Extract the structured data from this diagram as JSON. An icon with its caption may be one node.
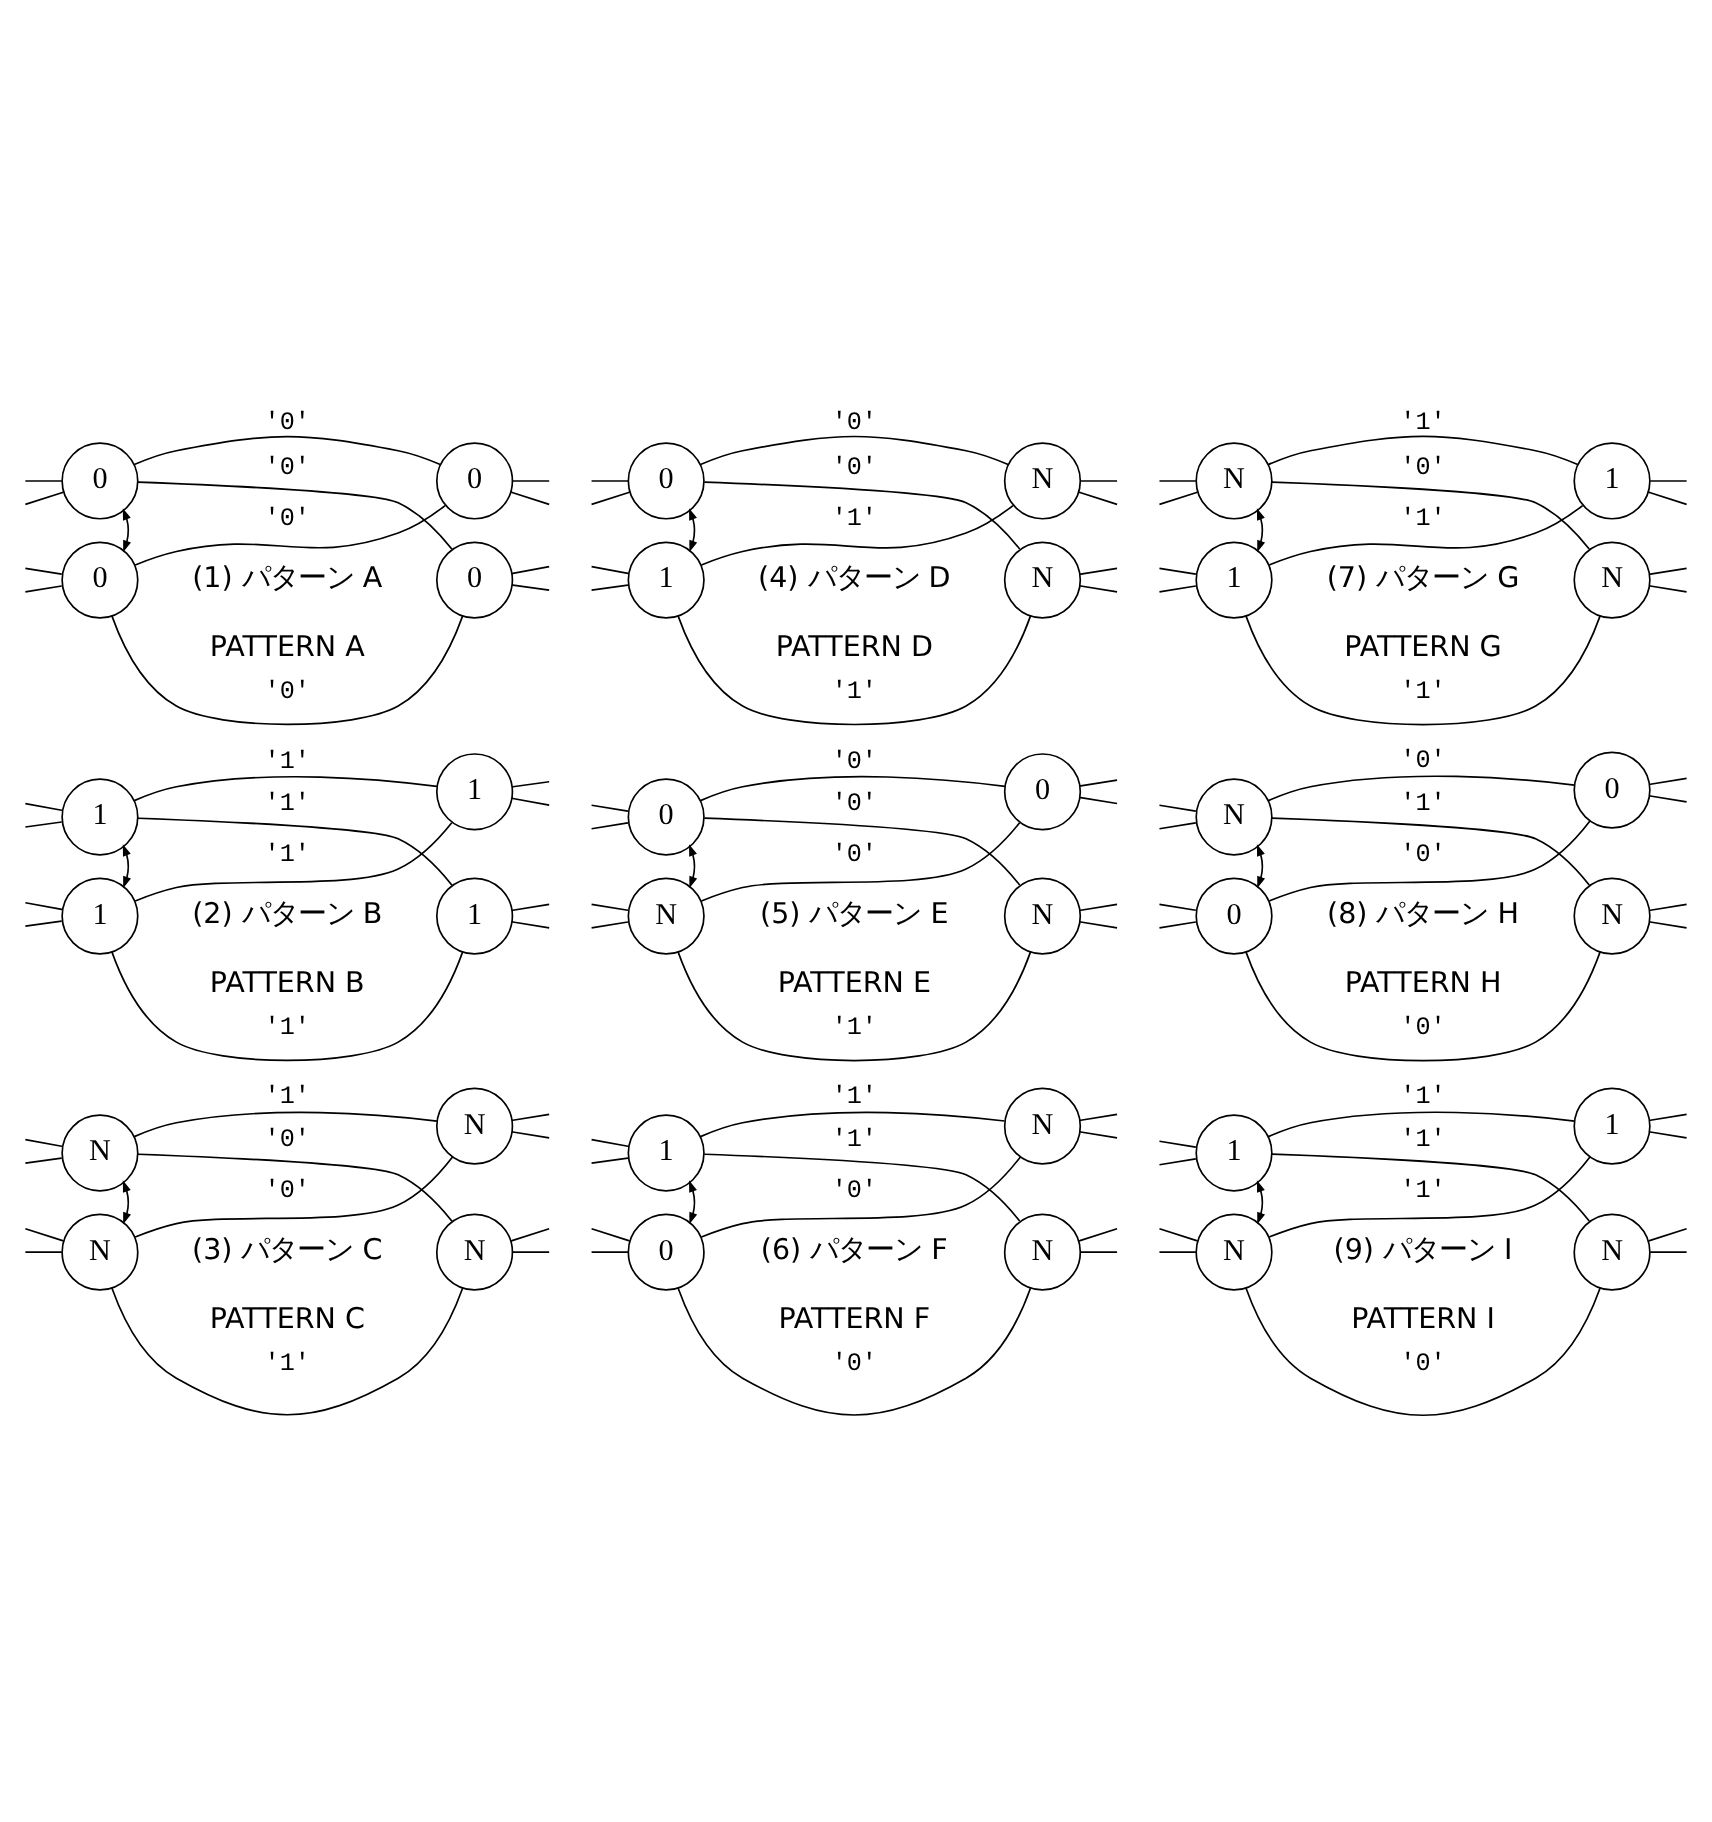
{
  "diagram": {
    "nodes": [
      {
        "text": [
          "0"
        ]
      },
      {
        "text": [
          "0"
        ]
      },
      {
        "text": [
          "0"
        ]
      },
      {
        "text": [
          "0"
        ]
      },
      {
        "text": [
          "0"
        ]
      },
      {
        "text": [
          "N"
        ]
      },
      {
        "text": [
          "1"
        ]
      },
      {
        "text": [
          "N"
        ]
      },
      {
        "text": [
          "N"
        ]
      },
      {
        "text": [
          "1"
        ]
      },
      {
        "text": [
          "1"
        ]
      },
      {
        "text": [
          "N"
        ]
      },
      {
        "text": [
          "1"
        ]
      },
      {
        "text": [
          "1"
        ]
      },
      {
        "text": [
          "1"
        ]
      },
      {
        "text": [
          "1"
        ]
      },
      {
        "text": [
          "0"
        ]
      },
      {
        "text": [
          "0"
        ]
      },
      {
        "text": [
          "N"
        ]
      },
      {
        "text": [
          "N"
        ]
      },
      {
        "text": [
          "N"
        ]
      },
      {
        "text": [
          "0"
        ]
      },
      {
        "text": [
          "0"
        ]
      },
      {
        "text": [
          "N"
        ]
      },
      {
        "text": [
          "N"
        ]
      },
      {
        "text": [
          "N"
        ]
      },
      {
        "text": [
          "N"
        ]
      },
      {
        "text": [
          "N"
        ]
      },
      {
        "text": [
          "1"
        ]
      },
      {
        "text": [
          "N"
        ]
      },
      {
        "text": [
          "0"
        ]
      },
      {
        "text": [
          "N"
        ]
      },
      {
        "text": [
          "1"
        ]
      },
      {
        "text": [
          "1"
        ]
      },
      {
        "text": [
          "N"
        ]
      },
      {
        "text": [
          "N"
        ]
      }
    ],
    "edges": [
      {
        "from": 0,
        "to": 1,
        "arrow": "none",
        "label": "'0'"
      },
      {
        "from": 0,
        "to": 3,
        "arrow": "none",
        "label": "'0'"
      },
      {
        "from": 2,
        "to": 1,
        "arrow": "none",
        "label": "'0'"
      },
      {
        "from": 2,
        "to": 3,
        "arrow": "none",
        "label": "'0'"
      },
      {
        "from": 0,
        "to": 2,
        "arrow": "both"
      },
      {
        "from": null,
        "to": 0,
        "arrow": "none"
      },
      {
        "from": null,
        "to": 0,
        "arrow": "none"
      },
      {
        "from": null,
        "to": 2,
        "arrow": "none"
      },
      {
        "from": null,
        "to": 2,
        "arrow": "none"
      },
      {
        "from": 1,
        "to": null,
        "arrow": "none"
      },
      {
        "from": 1,
        "to": null,
        "arrow": "none"
      },
      {
        "from": 3,
        "to": null,
        "arrow": "none"
      },
      {
        "from": 3,
        "to": null,
        "arrow": "none"
      },
      {
        "from": 4,
        "to": 5,
        "arrow": "none",
        "label": "'0'"
      },
      {
        "from": 4,
        "to": 7,
        "arrow": "none",
        "label": "'0'"
      },
      {
        "from": 6,
        "to": 5,
        "arrow": "none",
        "label": "'1'"
      },
      {
        "from": 6,
        "to": 7,
        "arrow": "none",
        "label": "'1'"
      },
      {
        "from": 4,
        "to": 6,
        "arrow": "both"
      },
      {
        "from": null,
        "to": 4,
        "arrow": "none"
      },
      {
        "from": null,
        "to": 4,
        "arrow": "none"
      },
      {
        "from": null,
        "to": 6,
        "arrow": "none"
      },
      {
        "from": null,
        "to": 6,
        "arrow": "none"
      },
      {
        "from": 5,
        "to": null,
        "arrow": "none"
      },
      {
        "from": 5,
        "to": null,
        "arrow": "none"
      },
      {
        "from": 7,
        "to": null,
        "arrow": "none"
      },
      {
        "from": 7,
        "to": null,
        "arrow": "none"
      },
      {
        "from": 8,
        "to": 9,
        "arrow": "none",
        "label": "'1'"
      },
      {
        "from": 8,
        "to": 11,
        "arrow": "none",
        "label": "'0'"
      },
      {
        "from": 10,
        "to": 9,
        "arrow": "none",
        "label": "'1'"
      },
      {
        "from": 10,
        "to": 11,
        "arrow": "none",
        "label": "'1'"
      },
      {
        "from": 8,
        "to": 10,
        "arrow": "both"
      },
      {
        "from": null,
        "to": 8,
        "arrow": "none"
      },
      {
        "from": null,
        "to": 8,
        "arrow": "none"
      },
      {
        "from": null,
        "to": 10,
        "arrow": "none"
      },
      {
        "from": null,
        "to": 10,
        "arrow": "none"
      },
      {
        "from": 9,
        "to": null,
        "arrow": "none"
      },
      {
        "from": 9,
        "to": null,
        "arrow": "none"
      },
      {
        "from": 11,
        "to": null,
        "arrow": "none"
      },
      {
        "from": 11,
        "to": null,
        "arrow": "none"
      },
      {
        "from": 12,
        "to": 13,
        "arrow": "none",
        "label": "'1'"
      },
      {
        "from": 12,
        "to": 15,
        "arrow": "none",
        "label": "'1'"
      },
      {
        "from": 14,
        "to": 13,
        "arrow": "none",
        "label": "'1'"
      },
      {
        "from": 14,
        "to": 15,
        "arrow": "none",
        "label": "'1'"
      },
      {
        "from": 12,
        "to": 14,
        "arrow": "both"
      },
      {
        "from": null,
        "to": 12,
        "arrow": "none"
      },
      {
        "from": null,
        "to": 12,
        "arrow": "none"
      },
      {
        "from": null,
        "to": 14,
        "arrow": "none"
      },
      {
        "from": null,
        "to": 14,
        "arrow": "none"
      },
      {
        "from": 13,
        "to": null,
        "arrow": "none"
      },
      {
        "from": 13,
        "to": null,
        "arrow": "none"
      },
      {
        "from": 15,
        "to": null,
        "arrow": "none"
      },
      {
        "from": 15,
        "to": null,
        "arrow": "none"
      },
      {
        "from": 16,
        "to": 17,
        "arrow": "none",
        "label": "'0'"
      },
      {
        "from": 16,
        "to": 19,
        "arrow": "none",
        "label": "'0'"
      },
      {
        "from": 18,
        "to": 17,
        "arrow": "none",
        "label": "'0'"
      },
      {
        "from": 18,
        "to": 19,
        "arrow": "none",
        "label": "'1'"
      },
      {
        "from": 16,
        "to": 18,
        "arrow": "both"
      },
      {
        "from": null,
        "to": 16,
        "arrow": "none"
      },
      {
        "from": null,
        "to": 16,
        "arrow": "none"
      },
      {
        "from": null,
        "to": 18,
        "arrow": "none"
      },
      {
        "from": null,
        "to": 18,
        "arrow": "none"
      },
      {
        "from": 17,
        "to": null,
        "arrow": "none"
      },
      {
        "from": 17,
        "to": null,
        "arrow": "none"
      },
      {
        "from": 19,
        "to": null,
        "arrow": "none"
      },
      {
        "from": 19,
        "to": null,
        "arrow": "none"
      },
      {
        "from": 20,
        "to": 21,
        "arrow": "none",
        "label": "'0'"
      },
      {
        "from": 20,
        "to": 23,
        "arrow": "none",
        "label": "'1'"
      },
      {
        "from": 22,
        "to": 21,
        "arrow": "none",
        "label": "'0'"
      },
      {
        "from": 22,
        "to": 23,
        "arrow": "none",
        "label": "'0'"
      },
      {
        "from": 20,
        "to": 22,
        "arrow": "both"
      },
      {
        "from": null,
        "to": 20,
        "arrow": "none"
      },
      {
        "from": null,
        "to": 20,
        "arrow": "none"
      },
      {
        "from": null,
        "to": 22,
        "arrow": "none"
      },
      {
        "from": null,
        "to": 22,
        "arrow": "none"
      },
      {
        "from": 21,
        "to": null,
        "arrow": "none"
      },
      {
        "from": 21,
        "to": null,
        "arrow": "none"
      },
      {
        "from": 23,
        "to": null,
        "arrow": "none"
      },
      {
        "from": 23,
        "to": null,
        "arrow": "none"
      },
      {
        "from": 24,
        "to": 25,
        "arrow": "none",
        "label": "'1'"
      },
      {
        "from": 24,
        "to": 27,
        "arrow": "none",
        "label": "'0'"
      },
      {
        "from": 26,
        "to": 25,
        "arrow": "none",
        "label": "'0'"
      },
      {
        "from": 26,
        "to": 27,
        "arrow": "none",
        "label": "'1'"
      },
      {
        "from": 24,
        "to": 26,
        "arrow": "both"
      },
      {
        "from": null,
        "to": 24,
        "arrow": "none"
      },
      {
        "from": null,
        "to": 24,
        "arrow": "none"
      },
      {
        "from": null,
        "to": 26,
        "arrow": "none"
      },
      {
        "from": null,
        "to": 26,
        "arrow": "none"
      },
      {
        "from": 25,
        "to": null,
        "arrow": "none"
      },
      {
        "from": 25,
        "to": null,
        "arrow": "none"
      },
      {
        "from": 27,
        "to": null,
        "arrow": "none"
      },
      {
        "from": 27,
        "to": null,
        "arrow": "none"
      },
      {
        "from": 28,
        "to": 29,
        "arrow": "none",
        "label": "'1'"
      },
      {
        "from": 28,
        "to": 31,
        "arrow": "none",
        "label": "'1'"
      },
      {
        "from": 30,
        "to": 29,
        "arrow": "none",
        "label": "'0'"
      },
      {
        "from": 30,
        "to": 31,
        "arrow": "none",
        "label": "'0'"
      },
      {
        "from": 28,
        "to": 30,
        "arrow": "both"
      },
      {
        "from": null,
        "to": 28,
        "arrow": "none"
      },
      {
        "from": null,
        "to": 28,
        "arrow": "none"
      },
      {
        "from": null,
        "to": 30,
        "arrow": "none"
      },
      {
        "from": null,
        "to": 30,
        "arrow": "none"
      },
      {
        "from": 29,
        "to": null,
        "arrow": "none"
      },
      {
        "from": 29,
        "to": null,
        "arrow": "none"
      },
      {
        "from": 31,
        "to": null,
        "arrow": "none"
      },
      {
        "from": 31,
        "to": null,
        "arrow": "none"
      },
      {
        "from": 32,
        "to": 33,
        "arrow": "none",
        "label": "'1'"
      },
      {
        "from": 32,
        "to": 35,
        "arrow": "none",
        "label": "'1'"
      },
      {
        "from": 34,
        "to": 33,
        "arrow": "none",
        "label": "'1'"
      },
      {
        "from": 34,
        "to": 35,
        "arrow": "none",
        "label": "'0'"
      },
      {
        "from": 32,
        "to": 34,
        "arrow": "both"
      },
      {
        "from": null,
        "to": 32,
        "arrow": "none"
      },
      {
        "from": null,
        "to": 32,
        "arrow": "none"
      },
      {
        "from": null,
        "to": 34,
        "arrow": "none"
      },
      {
        "from": null,
        "to": 34,
        "arrow": "none"
      },
      {
        "from": 33,
        "to": null,
        "arrow": "none"
      },
      {
        "from": 33,
        "to": null,
        "arrow": "none"
      },
      {
        "from": 35,
        "to": null,
        "arrow": "none"
      },
      {
        "from": 35,
        "to": null,
        "arrow": "none"
      }
    ],
    "labels": [
      "(1) パターン A",
      "PATTERN A",
      "(4) パターン D",
      "PATTERN D",
      "(7) パターン G",
      "PATTERN G",
      "(2) パターン B",
      "PATTERN B",
      "(5) パターン E",
      "PATTERN E",
      "(8) パターン H",
      "PATTERN H",
      "(3) パターン C",
      "PATTERN C",
      "(6) パターン F",
      "PATTERN F",
      "(9) パターン I",
      "PATTERN I"
    ]
  }
}
